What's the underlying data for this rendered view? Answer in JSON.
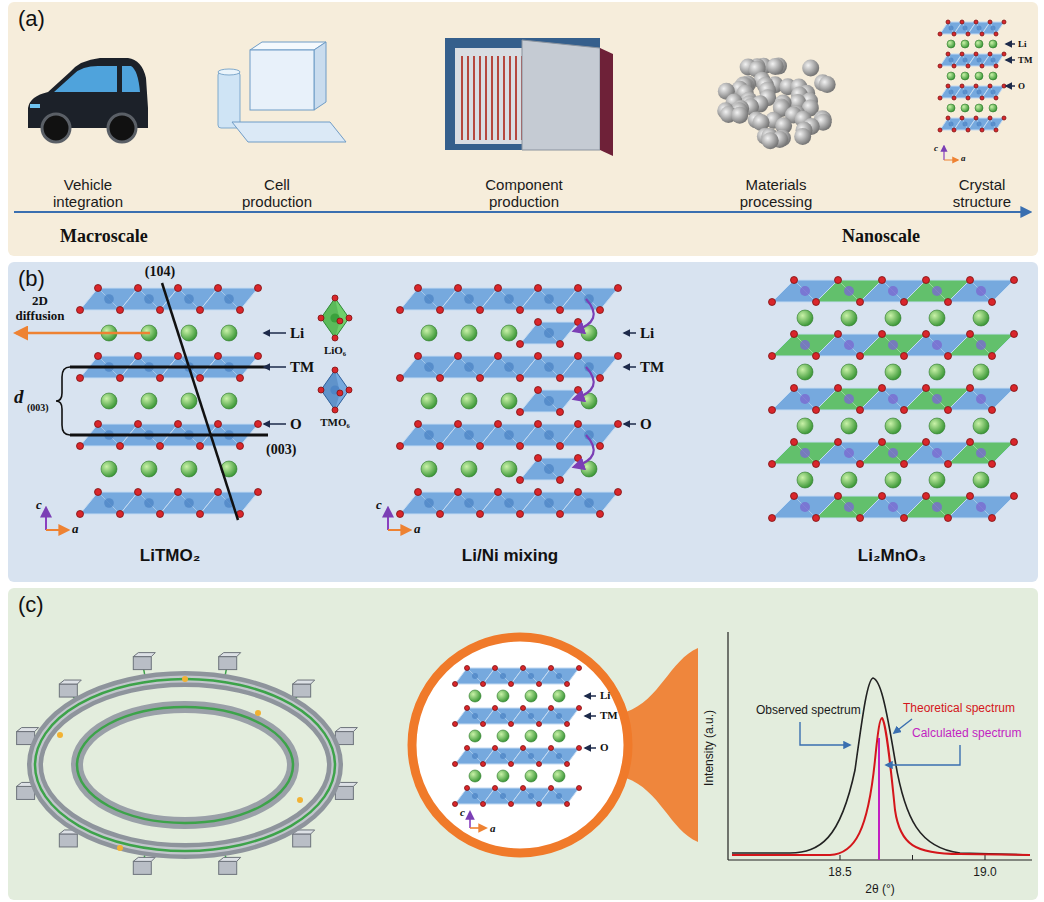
{
  "diagram": {
    "nodes": [
      {
        "text": [
          "(a)"
        ]
      },
      {
        "text": [
          "(b)"
        ]
      },
      {
        "text": [
          "(c)"
        ]
      }
    ],
    "labels": [
      "Vehicle integration",
      "Cell production",
      "Component production",
      "Materials processing",
      "Crystal structure",
      "Macroscale",
      "Nanoscale",
      "Li",
      "TM",
      "O",
      "c",
      "a",
      "(104)",
      "2D diffusion",
      "Li",
      "TM",
      "d",
      "(003)",
      "O",
      "(003)",
      "c",
      "a",
      "LiTMO₂",
      "LiO₆",
      "TMO₆",
      "Li",
      "TM",
      "O",
      "c",
      "a",
      "Li/Ni mixing",
      "Li₂MnO₃",
      "Li",
      "TM",
      "O",
      "c",
      "a",
      "Intensity (a.u.)",
      "Observed spectrum",
      "Theoretical spectrum",
      "Calculated spectrum",
      "18.5",
      "19.0",
      "2θ (°)"
    ]
  }
}
